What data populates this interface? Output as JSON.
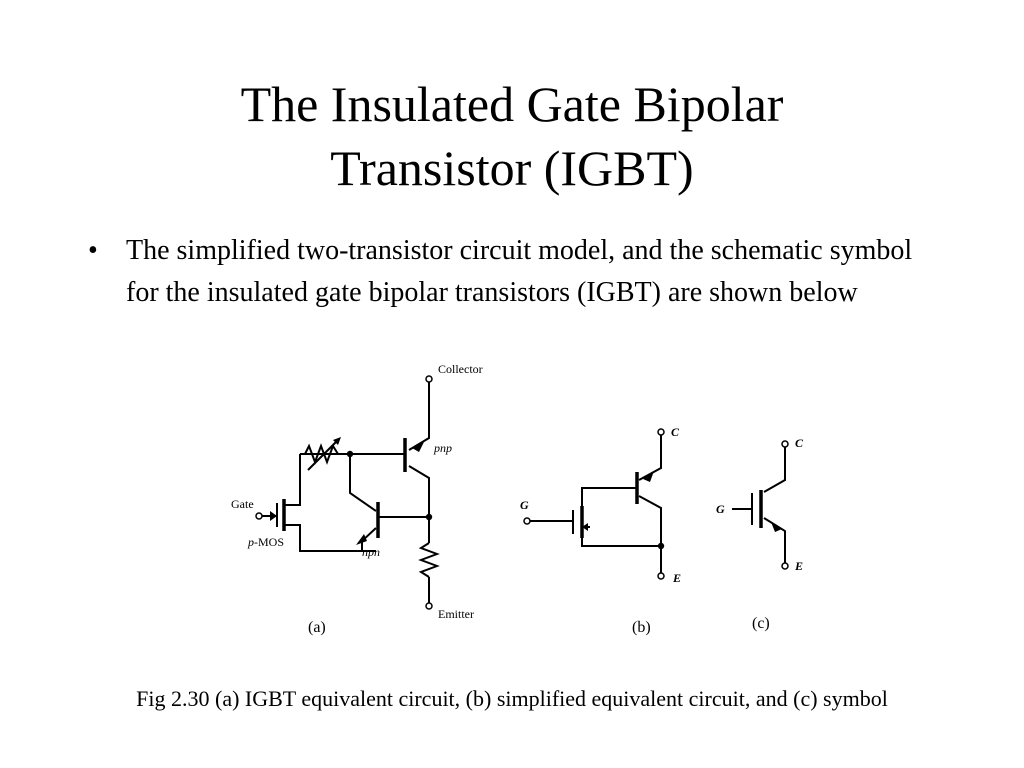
{
  "slide": {
    "title_line1": "The Insulated Gate Bipolar",
    "title_line2": "Transistor (IGBT)",
    "bullet_symbol": "•",
    "bullet_text": "The simplified two-transistor circuit model, and the schematic symbol for the insulated gate bipolar transistors (IGBT) are shown below",
    "caption": "Fig 2.30 (a) IGBT equivalent circuit, (b) simplified equivalent circuit, and (c) symbol"
  },
  "circuit_a": {
    "panel_label": "(a)",
    "collector": "Collector",
    "emitter": "Emitter",
    "gate": "Gate",
    "pmos_prefix": "p",
    "pmos_suffix": "-MOS",
    "pnp": "pnp",
    "npn": "npn"
  },
  "circuit_b": {
    "panel_label": "(b)",
    "collector": "C",
    "emitter": "E",
    "gate": "G"
  },
  "circuit_c": {
    "panel_label": "(c)",
    "collector": "C",
    "emitter": "E",
    "gate": "G"
  }
}
